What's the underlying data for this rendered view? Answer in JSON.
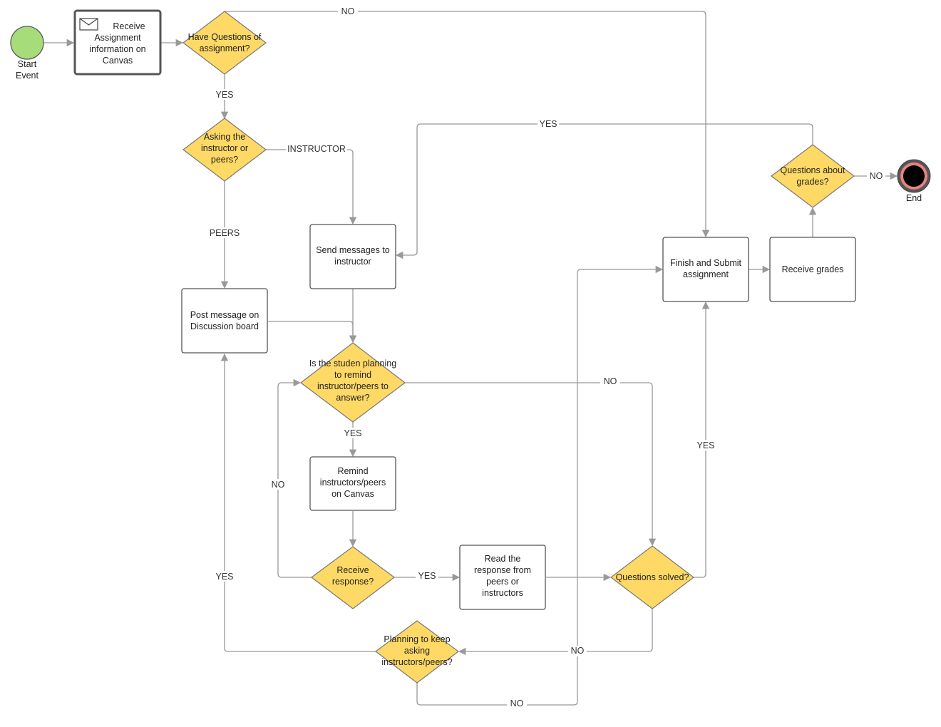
{
  "colors": {
    "gateway_fill": "#ffd966",
    "start_fill": "#a6dc7a",
    "start_stroke": "#5a5a5a",
    "end_ring": "#e8837d",
    "end_fill": "#000000",
    "edge": "#999999"
  },
  "icons": {
    "message": "envelope-icon"
  },
  "nodes": {
    "start": {
      "label": [
        "Start",
        "Event"
      ]
    },
    "receive_info": {
      "label": [
        "Receive",
        "Assignment",
        "information on",
        "Canvas"
      ]
    },
    "have_questions": {
      "label": [
        "Have Questions of",
        "assignment?"
      ]
    },
    "asking_who": {
      "label": [
        "Asking the",
        "instructor or",
        "peers?"
      ]
    },
    "send_msg": {
      "label": [
        "Send messages to",
        "instructor"
      ]
    },
    "post_msg": {
      "label": [
        "Post message on",
        "Discussion board"
      ]
    },
    "planning_remind": {
      "label": [
        "Is the studen planning",
        "to remind",
        "instructor/peers to",
        "answer?"
      ]
    },
    "remind": {
      "label": [
        "Remind",
        "instructors/peers",
        "on Canvas"
      ]
    },
    "receive_response": {
      "label": [
        "Receive",
        "response?"
      ]
    },
    "read_response": {
      "label": [
        "Read the",
        "response from",
        "peers or",
        "instructors"
      ]
    },
    "questions_solved": {
      "label": [
        "Questions solved?"
      ]
    },
    "planning_keep": {
      "label": [
        "Planning to keep",
        "asking",
        "instructors/peers?"
      ]
    },
    "finish_submit": {
      "label": [
        "Finish and Submit",
        "assignment"
      ]
    },
    "receive_grades": {
      "label": [
        "Receive grades"
      ]
    },
    "questions_grades": {
      "label": [
        "Questions about",
        "grades?"
      ]
    },
    "end": {
      "label": [
        "End"
      ]
    }
  },
  "edge_labels": {
    "have_no": "NO",
    "have_yes": "YES",
    "asking_instructor": "INSTRUCTOR",
    "asking_peers": "PEERS",
    "grades_yes": "YES",
    "grades_no": "NO",
    "remind_no": "NO",
    "remind_yes": "YES",
    "response_no": "NO",
    "response_yes": "YES",
    "solved_yes": "YES",
    "solved_no": "NO",
    "keep_yes": "YES",
    "keep_no": "NO"
  }
}
